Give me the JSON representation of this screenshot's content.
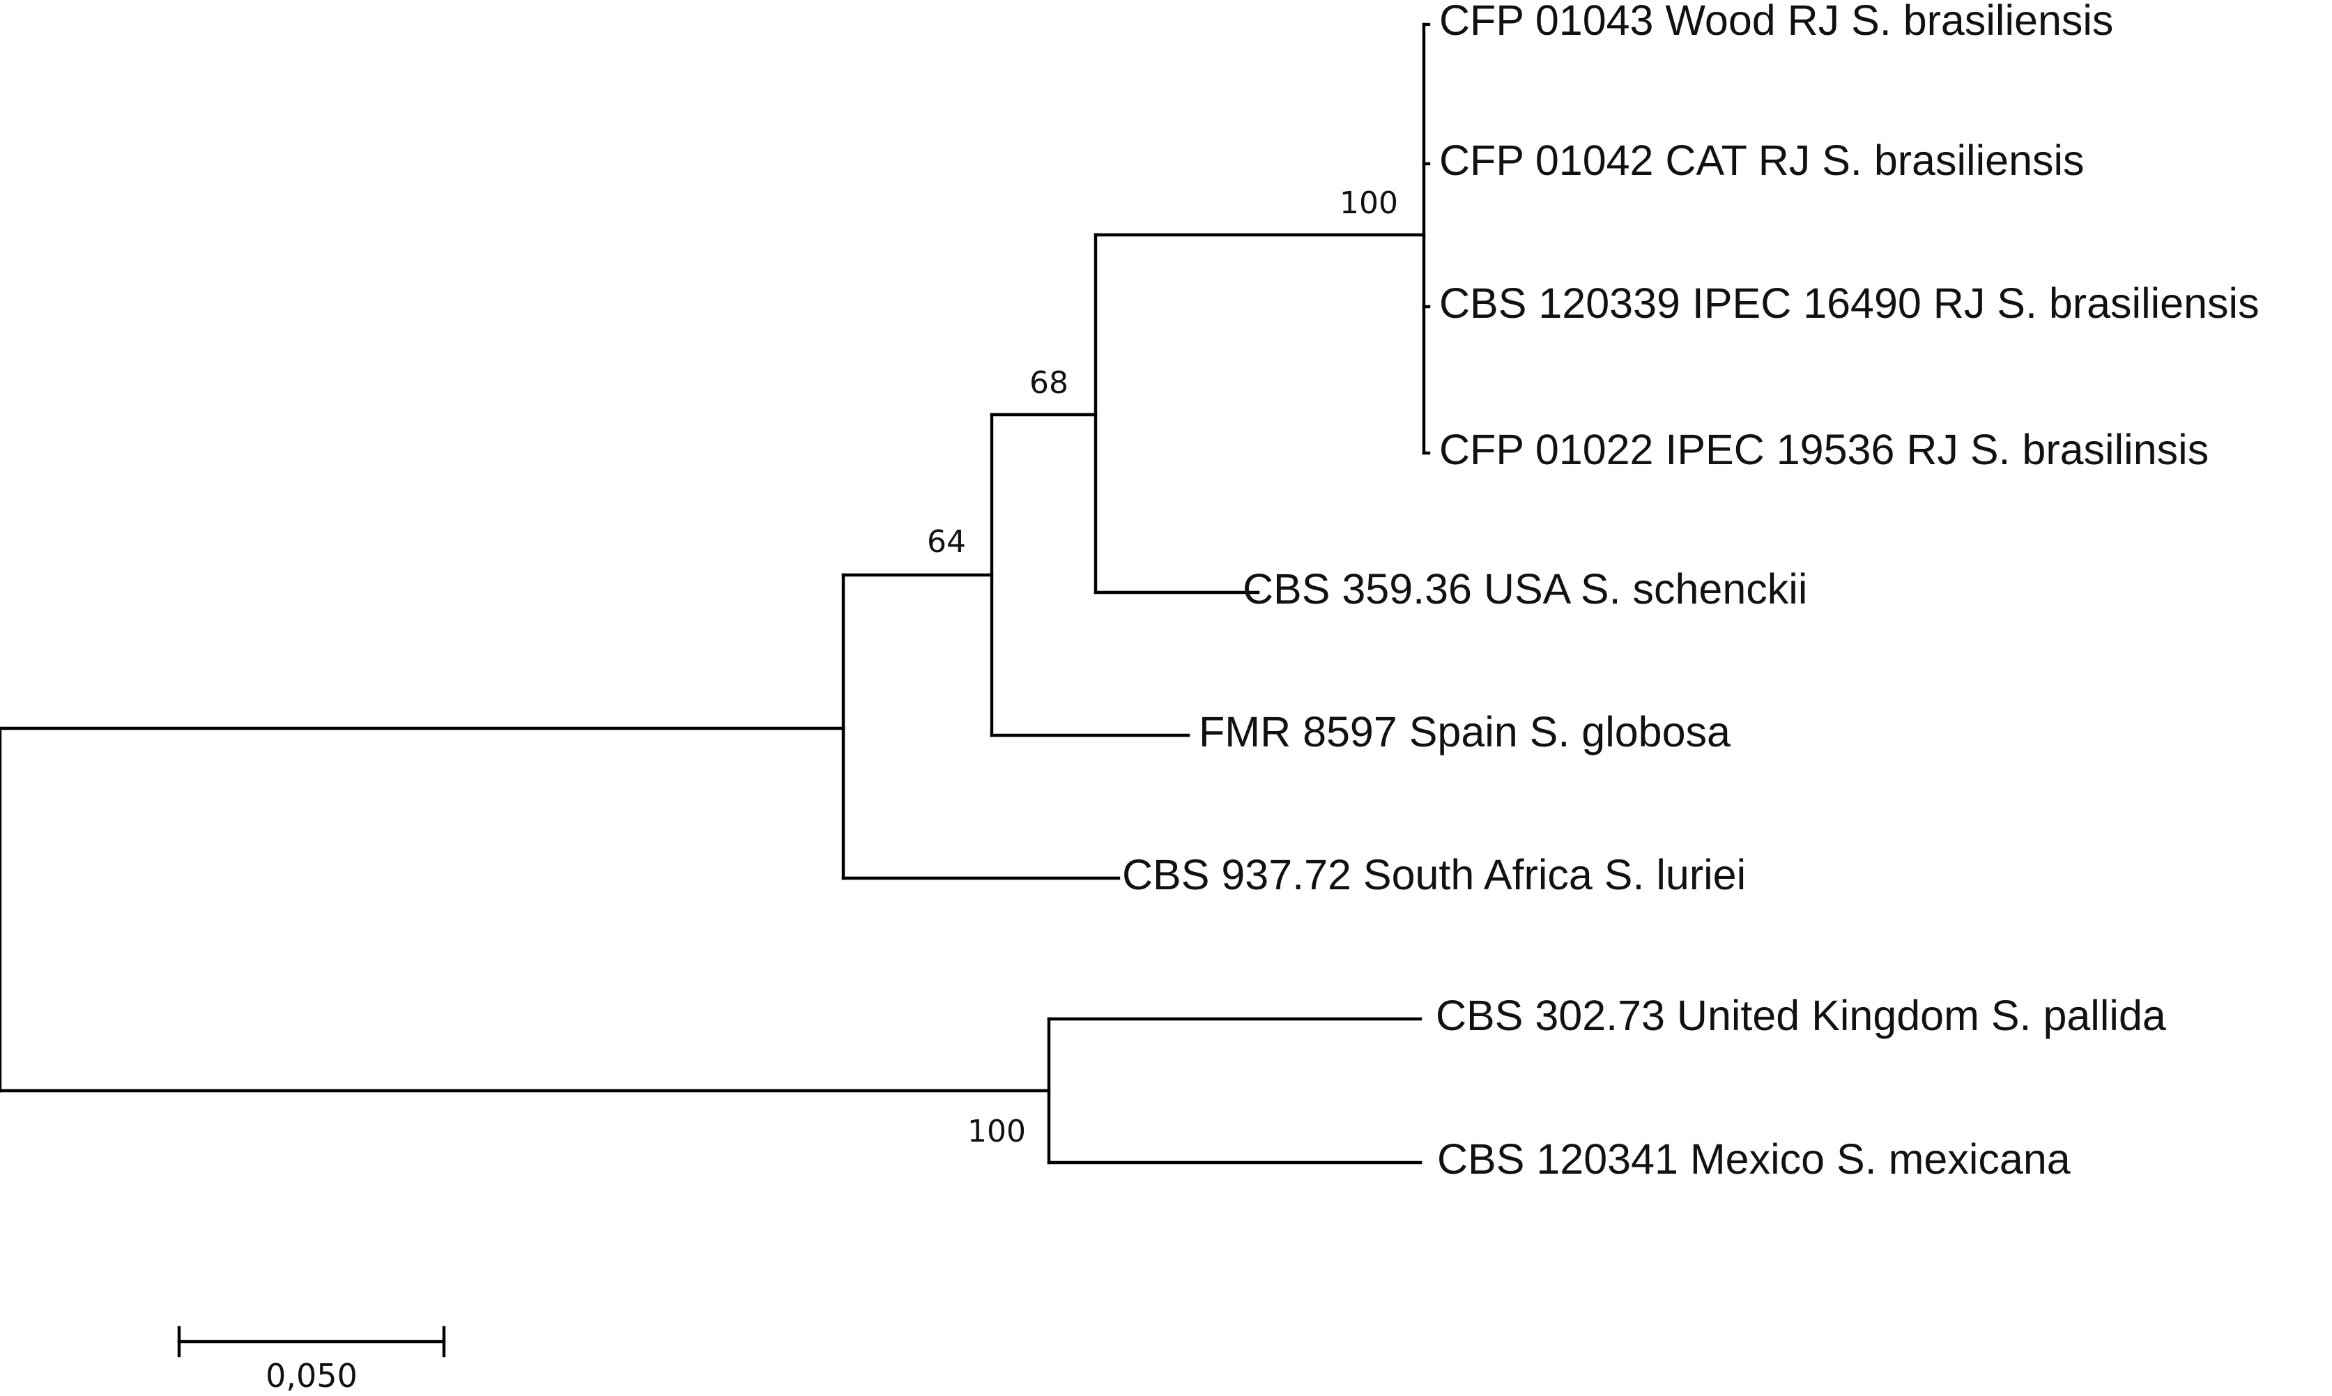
{
  "figure": {
    "taxa": [
      {
        "id": "t1",
        "label": "CFP 01043 Wood RJ S. brasiliensis"
      },
      {
        "id": "t2",
        "label": "CFP 01042 CAT RJ S. brasiliensis"
      },
      {
        "id": "t3",
        "label": "CBS 120339 IPEC 16490 RJ S. brasiliensis"
      },
      {
        "id": "t4",
        "label": "CFP 01022 IPEC 19536 RJ S. brasilinsis"
      },
      {
        "id": "t5",
        "label": "CBS 359.36 USA S. schenckii"
      },
      {
        "id": "t6",
        "label": "FMR 8597 Spain S. globosa"
      },
      {
        "id": "t7",
        "label": "CBS 937.72 South Africa S. luriei"
      },
      {
        "id": "t8",
        "label": "CBS 302.73 United Kingdom S. pallida"
      },
      {
        "id": "t9",
        "label": "CBS 120341 Mexico S. mexicana"
      }
    ],
    "bootstrap": [
      {
        "id": "b1",
        "value": "100",
        "clade": "brasiliensis"
      },
      {
        "id": "b2",
        "value": "68",
        "clade": "brasiliensis + schenckii"
      },
      {
        "id": "b3",
        "value": "64",
        "clade": "brasiliensis + schenckii + globosa"
      },
      {
        "id": "b4",
        "value": "100",
        "clade": "pallida + mexicana"
      }
    ],
    "scale_bar": {
      "label": "0,050",
      "value": 0.05
    },
    "colors": {
      "line": "#000000",
      "text": "#111111",
      "background": "#ffffff"
    }
  }
}
